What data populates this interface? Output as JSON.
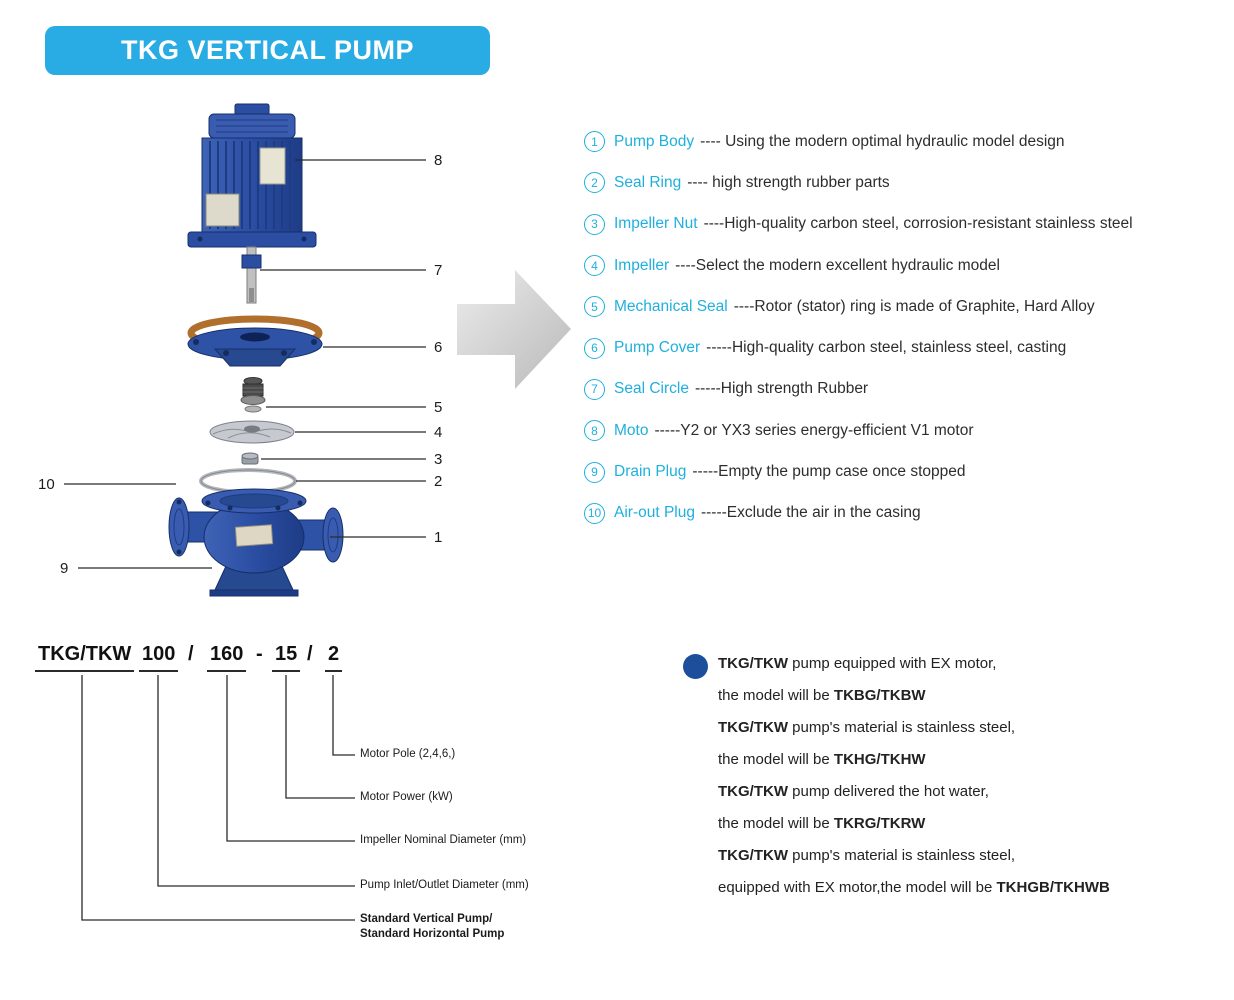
{
  "title": "TKG VERTICAL PUMP",
  "colors": {
    "banner": "#29ace4",
    "accent_cyan": "#1fb0dd",
    "pump_blue": "#2b4ea3",
    "note_bullet": "#1b4e9b"
  },
  "parts": [
    {
      "num": "1",
      "name": "Pump Body",
      "desc": "---- Using the modern optimal hydraulic model design"
    },
    {
      "num": "2",
      "name": "Seal Ring",
      "desc": "---- high strength rubber parts"
    },
    {
      "num": "3",
      "name": "Impeller Nut",
      "desc": "----High-quality carbon steel, corrosion-resistant stainless steel"
    },
    {
      "num": "4",
      "name": "Impeller",
      "desc": "----Select the modern excellent hydraulic model"
    },
    {
      "num": "5",
      "name": "Mechanical Seal",
      "desc": "----Rotor (stator) ring is made of Graphite, Hard Alloy"
    },
    {
      "num": "6",
      "name": "Pump Cover",
      "desc": "-----High-quality carbon steel, stainless steel, casting"
    },
    {
      "num": "7",
      "name": "Seal Circle",
      "desc": "-----High strength Rubber"
    },
    {
      "num": "8",
      "name": "Moto",
      "desc": "-----Y2 or YX3 series energy-efficient V1 motor"
    },
    {
      "num": "9",
      "name": "Drain Plug",
      "desc": "-----Empty the pump case once stopped"
    },
    {
      "num": "10",
      "name": "Air-out Plug",
      "desc": "-----Exclude the air in the casing"
    }
  ],
  "callouts": [
    "8",
    "7",
    "6",
    "5",
    "4",
    "3",
    "2",
    "1",
    "10",
    "9"
  ],
  "model_code": {
    "prefix": "TKG/TKW",
    "seg1": "100",
    "sep1": "/",
    "seg2": "160",
    "sep2": "-",
    "seg3": "15",
    "sep3": "/",
    "seg4": "2",
    "labels": {
      "motor_pole": "Motor Pole (2,4,6,)",
      "motor_power": "Motor Power (kW)",
      "impeller_diameter": "Impeller Nominal Diameter (mm)",
      "inlet_outlet": "Pump Inlet/Outlet Diameter (mm)",
      "standard1": "Standard Vertical Pump/",
      "standard2": "Standard Horizontal Pump"
    }
  },
  "notes": [
    {
      "b1": "TKG/TKW",
      "t": " pump equipped with EX motor,",
      "b2": ""
    },
    {
      "b1": "",
      "t": "the model will be ",
      "b2": "TKBG/TKBW"
    },
    {
      "b1": "TKG/TKW",
      "t": " pump's material is stainless steel,",
      "b2": ""
    },
    {
      "b1": "",
      "t": "the model will be ",
      "b2": "TKHG/TKHW"
    },
    {
      "b1": "TKG/TKW",
      "t": " pump delivered the hot water,",
      "b2": ""
    },
    {
      "b1": "",
      "t": "the model will be ",
      "b2": "TKRG/TKRW"
    },
    {
      "b1": "TKG/TKW",
      "t": " pump's material is stainless steel,",
      "b2": ""
    },
    {
      "b1": "",
      "t": "equipped with EX motor,the model will be ",
      "b2": "TKHGB/TKHWB"
    }
  ]
}
